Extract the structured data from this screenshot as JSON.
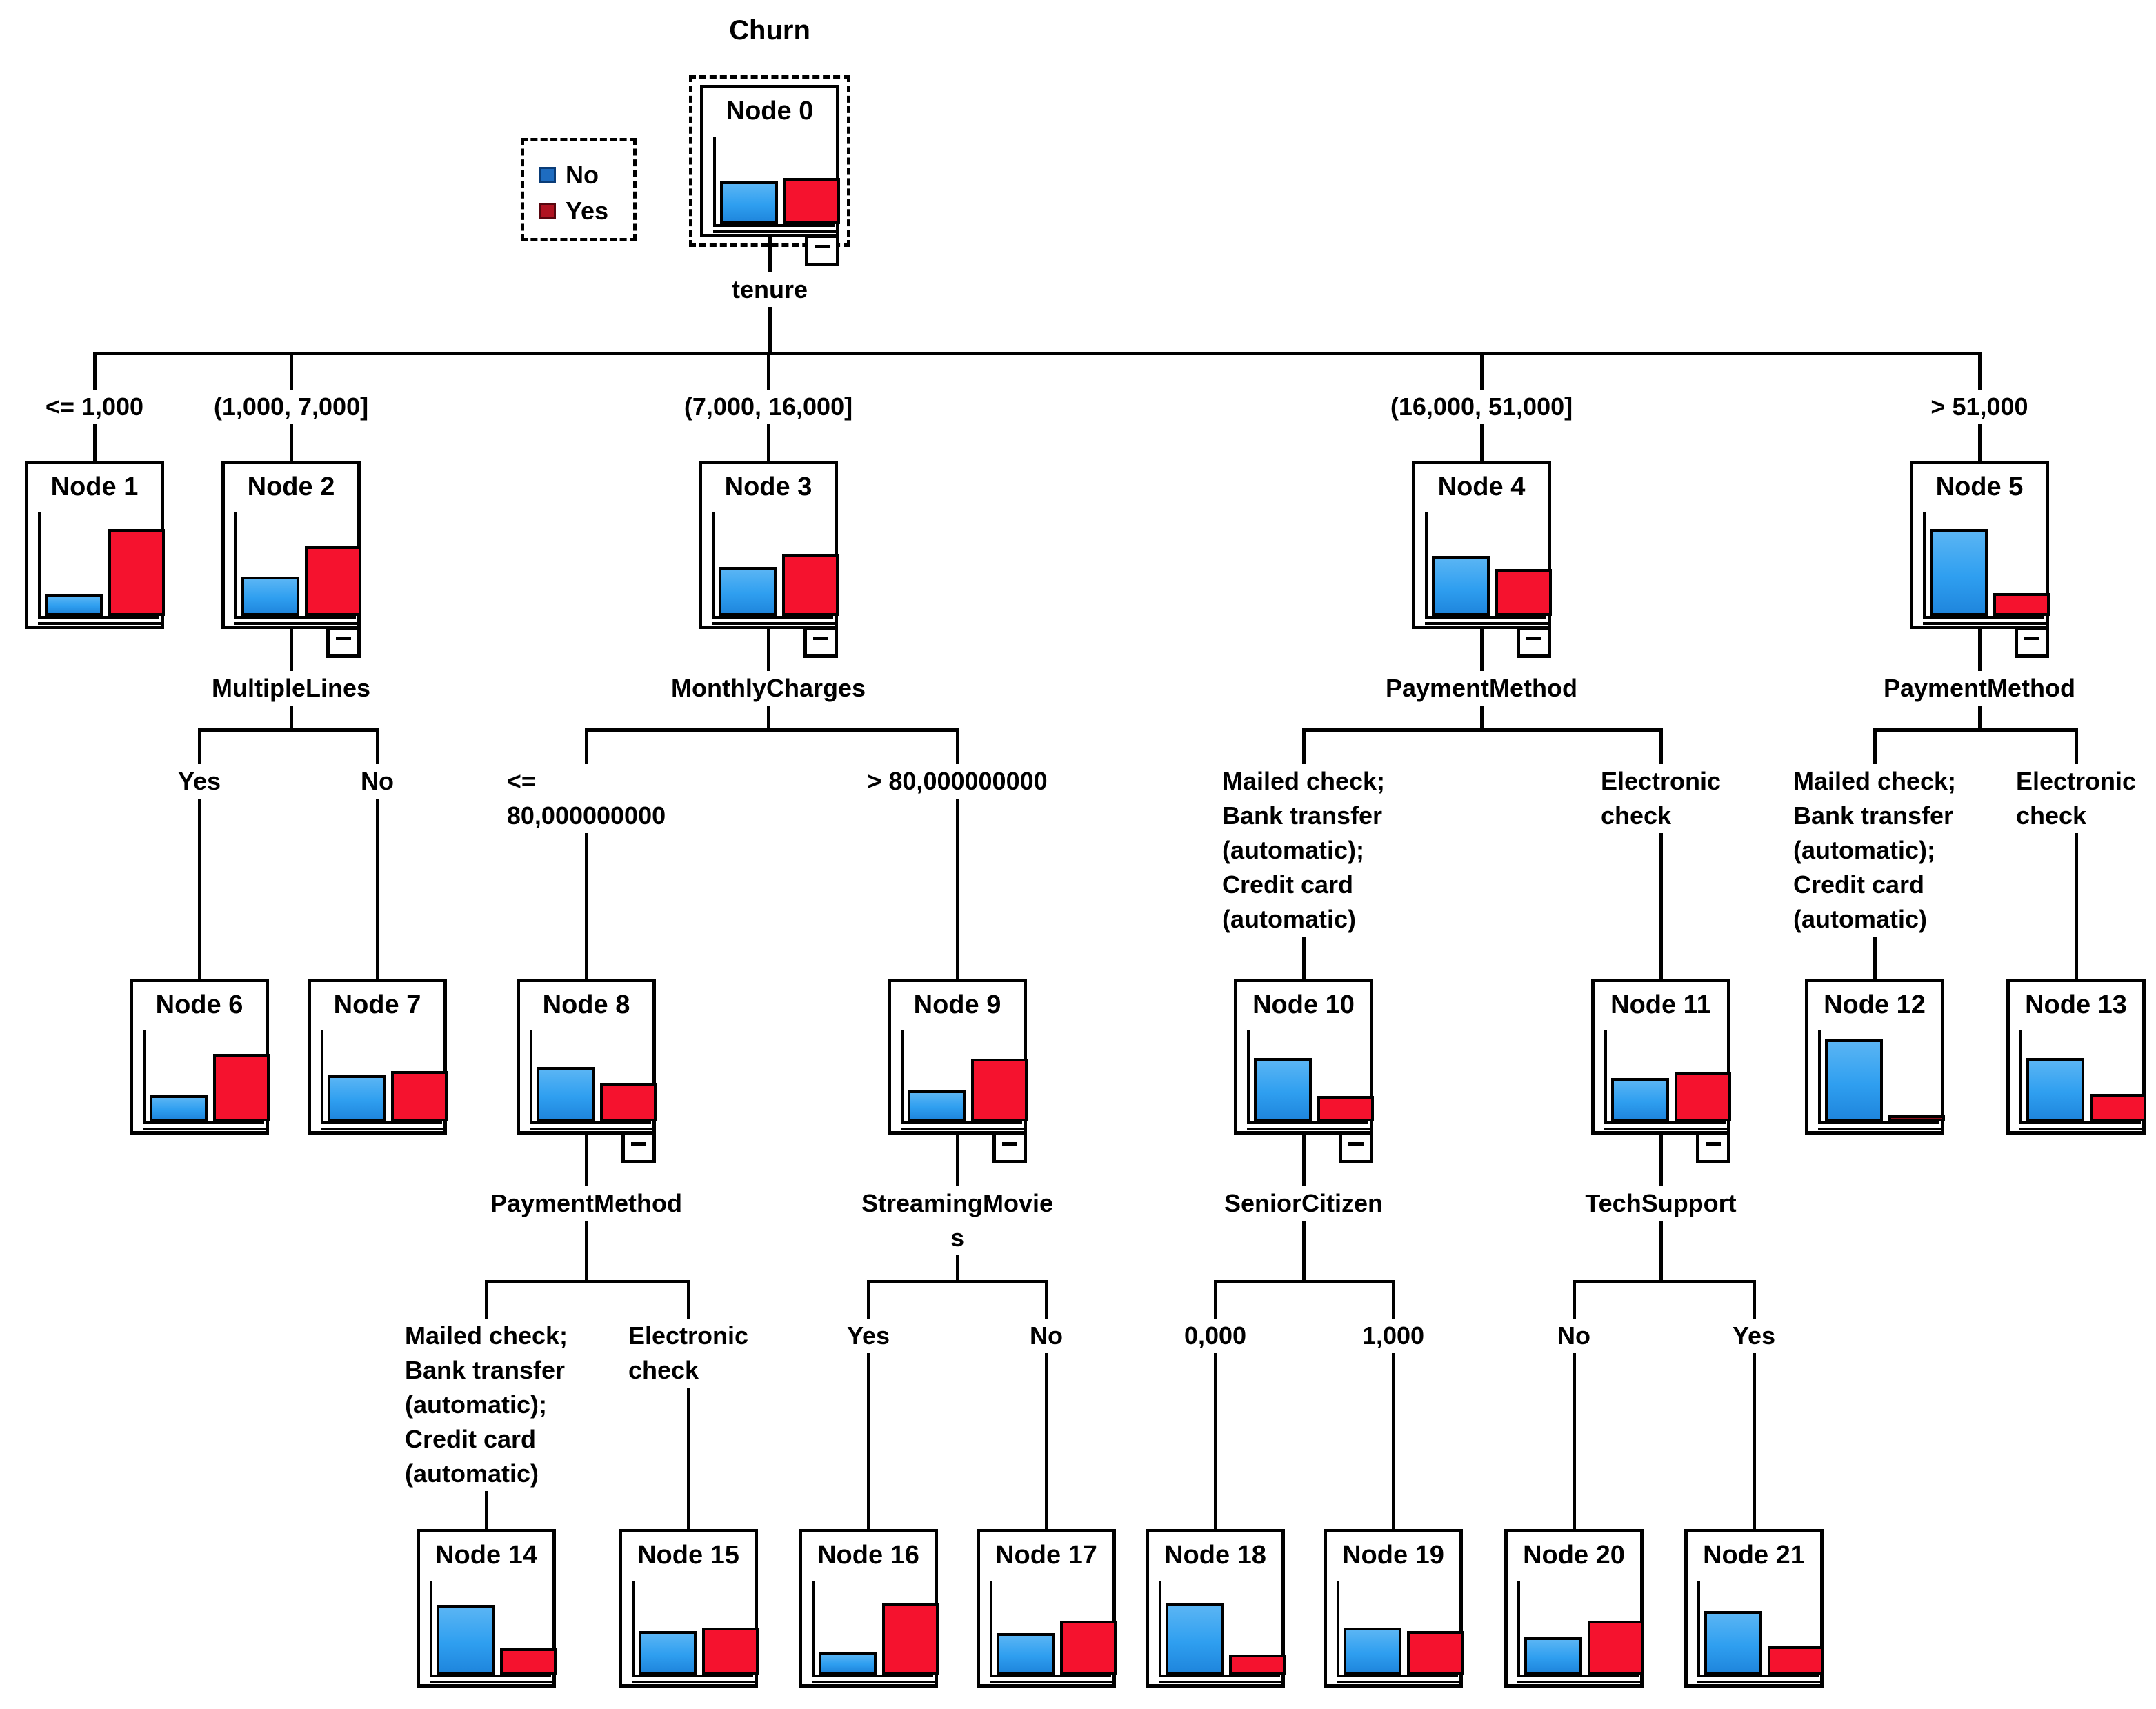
{
  "title": "Churn",
  "legend": {
    "items": [
      {
        "label": "No",
        "color": "#1e6cc0",
        "border": "#0a3c77"
      },
      {
        "label": "Yes",
        "color": "#b01321",
        "border": "#58060f"
      }
    ]
  },
  "colors": {
    "bar_no": "#2f9ff0",
    "bar_yes": "#f5122e",
    "bar_yes_dark": "#90101b",
    "line": "#000000"
  },
  "nodes": [
    {
      "id": 0,
      "label": "Node 0",
      "no": 0.49,
      "yes": 0.53,
      "minus": true,
      "selected": true
    },
    {
      "id": 1,
      "label": "Node 1",
      "no": 0.21,
      "yes": 0.84,
      "minus": false
    },
    {
      "id": 2,
      "label": "Node 2",
      "no": 0.38,
      "yes": 0.67,
      "minus": true
    },
    {
      "id": 3,
      "label": "Node 3",
      "no": 0.47,
      "yes": 0.6,
      "minus": true
    },
    {
      "id": 4,
      "label": "Node 4",
      "no": 0.58,
      "yes": 0.45,
      "minus": true
    },
    {
      "id": 5,
      "label": "Node 5",
      "no": 0.84,
      "yes": 0.22,
      "minus": true
    },
    {
      "id": 6,
      "label": "Node 6",
      "no": 0.29,
      "yes": 0.74,
      "minus": false
    },
    {
      "id": 7,
      "label": "Node 7",
      "no": 0.51,
      "yes": 0.55,
      "minus": false
    },
    {
      "id": 8,
      "label": "Node 8",
      "no": 0.6,
      "yes": 0.42,
      "minus": true
    },
    {
      "id": 9,
      "label": "Node 9",
      "no": 0.34,
      "yes": 0.69,
      "minus": true
    },
    {
      "id": 10,
      "label": "Node 10",
      "no": 0.7,
      "yes": 0.28,
      "minus": true
    },
    {
      "id": 11,
      "label": "Node 11",
      "no": 0.48,
      "yes": 0.54,
      "minus": true
    },
    {
      "id": 12,
      "label": "Node 12",
      "no": 0.9,
      "yes": 0.07,
      "minus": false,
      "yes_dark": true
    },
    {
      "id": 13,
      "label": "Node 13",
      "no": 0.7,
      "yes": 0.3,
      "minus": false
    },
    {
      "id": 14,
      "label": "Node 14",
      "no": 0.74,
      "yes": 0.28,
      "minus": false
    },
    {
      "id": 15,
      "label": "Node 15",
      "no": 0.46,
      "yes": 0.5,
      "minus": false
    },
    {
      "id": 16,
      "label": "Node 16",
      "no": 0.24,
      "yes": 0.76,
      "minus": false
    },
    {
      "id": 17,
      "label": "Node 17",
      "no": 0.44,
      "yes": 0.57,
      "minus": false
    },
    {
      "id": 18,
      "label": "Node 18",
      "no": 0.76,
      "yes": 0.21,
      "minus": false
    },
    {
      "id": 19,
      "label": "Node 19",
      "no": 0.5,
      "yes": 0.46,
      "minus": false
    },
    {
      "id": 20,
      "label": "Node 20",
      "no": 0.4,
      "yes": 0.57,
      "minus": false
    },
    {
      "id": 21,
      "label": "Node 21",
      "no": 0.68,
      "yes": 0.3,
      "minus": false
    }
  ],
  "splits": [
    {
      "parent": 0,
      "variable_lines": [
        "tenure"
      ],
      "children": [
        {
          "node": 1,
          "label_lines": [
            "<= 1,000"
          ]
        },
        {
          "node": 2,
          "label_lines": [
            "(1,000, 7,000]"
          ]
        },
        {
          "node": 3,
          "label_lines": [
            "(7,000, 16,000]"
          ]
        },
        {
          "node": 4,
          "label_lines": [
            "(16,000, 51,000]"
          ]
        },
        {
          "node": 5,
          "label_lines": [
            "> 51,000"
          ]
        }
      ]
    },
    {
      "parent": 2,
      "variable_lines": [
        "MultipleLines"
      ],
      "children": [
        {
          "node": 6,
          "label_lines": [
            "Yes"
          ]
        },
        {
          "node": 7,
          "label_lines": [
            "No"
          ]
        }
      ]
    },
    {
      "parent": 3,
      "variable_lines": [
        "MonthlyCharges"
      ],
      "children": [
        {
          "node": 8,
          "label_lines": [
            "<=",
            "80,000000000"
          ]
        },
        {
          "node": 9,
          "label_lines": [
            "> 80,000000000"
          ]
        }
      ]
    },
    {
      "parent": 4,
      "variable_lines": [
        "PaymentMethod"
      ],
      "children": [
        {
          "node": 10,
          "label_lines": [
            "Mailed check;",
            "Bank transfer",
            "(automatic);",
            "Credit card",
            "(automatic)"
          ]
        },
        {
          "node": 11,
          "label_lines": [
            "Electronic",
            "check"
          ]
        }
      ]
    },
    {
      "parent": 5,
      "variable_lines": [
        "PaymentMethod"
      ],
      "children": [
        {
          "node": 12,
          "label_lines": [
            "Mailed check;",
            "Bank transfer",
            "(automatic);",
            "Credit card",
            "(automatic)"
          ]
        },
        {
          "node": 13,
          "label_lines": [
            "Electronic",
            "check"
          ]
        }
      ]
    },
    {
      "parent": 8,
      "variable_lines": [
        "PaymentMethod"
      ],
      "children": [
        {
          "node": 14,
          "label_lines": [
            "Mailed check;",
            "Bank transfer",
            "(automatic);",
            "Credit card",
            "(automatic)"
          ]
        },
        {
          "node": 15,
          "label_lines": [
            "Electronic",
            "check"
          ]
        }
      ]
    },
    {
      "parent": 9,
      "variable_lines": [
        "StreamingMovie",
        "s"
      ],
      "children": [
        {
          "node": 16,
          "label_lines": [
            "Yes"
          ]
        },
        {
          "node": 17,
          "label_lines": [
            "No"
          ]
        }
      ]
    },
    {
      "parent": 10,
      "variable_lines": [
        "SeniorCitizen"
      ],
      "children": [
        {
          "node": 18,
          "label_lines": [
            "0,000"
          ]
        },
        {
          "node": 19,
          "label_lines": [
            "1,000"
          ]
        }
      ]
    },
    {
      "parent": 11,
      "variable_lines": [
        "TechSupport"
      ],
      "children": [
        {
          "node": 20,
          "label_lines": [
            "No"
          ]
        },
        {
          "node": 21,
          "label_lines": [
            "Yes"
          ]
        }
      ]
    }
  ]
}
